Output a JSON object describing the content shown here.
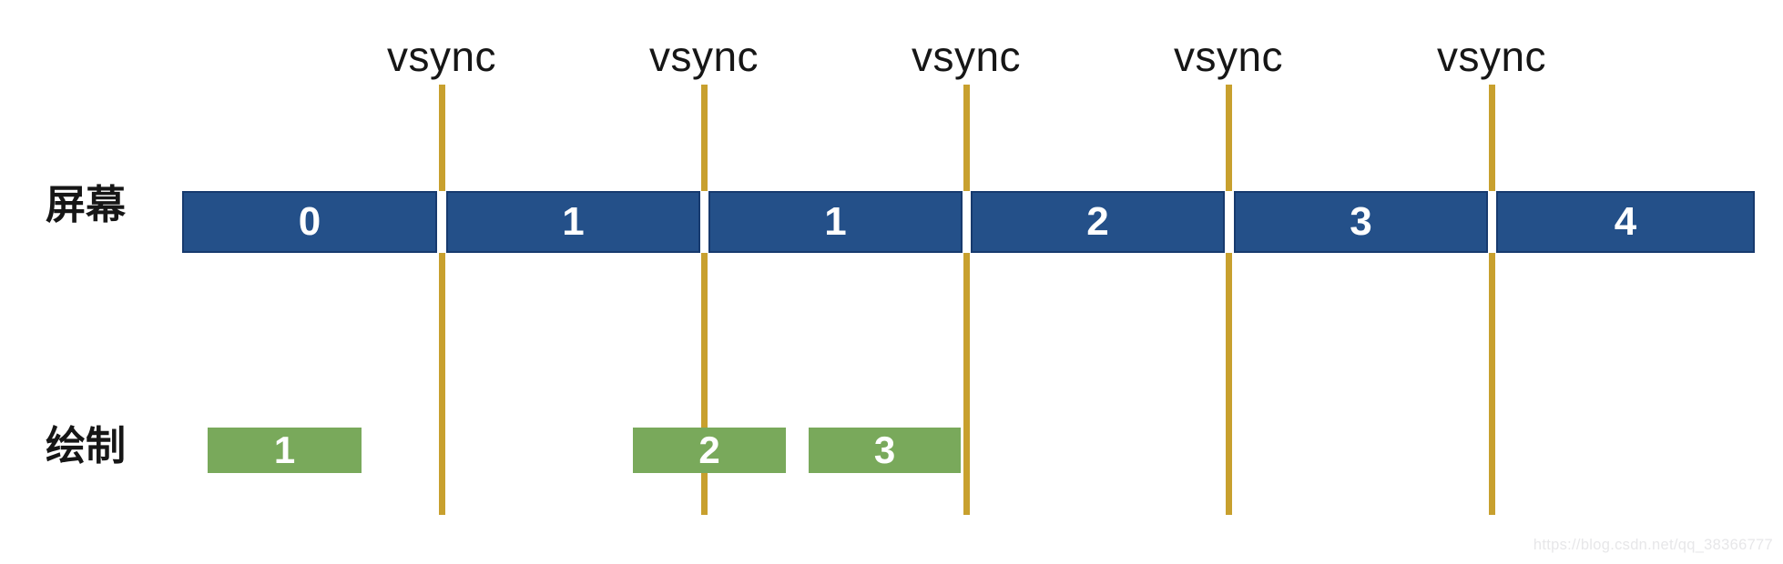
{
  "vsync_labels": [
    "vsync",
    "vsync",
    "vsync",
    "vsync",
    "vsync"
  ],
  "screen_row": {
    "label": "屏幕",
    "segments": [
      "0",
      "1",
      "1",
      "2",
      "3",
      "4"
    ]
  },
  "draw_row": {
    "label": "绘制",
    "bars": [
      "1",
      "2",
      "3"
    ]
  },
  "watermark": "https://blog.csdn.net/qq_38366777",
  "colors": {
    "frame_blue": "#245089",
    "frame_blue_border": "#173a6e",
    "draw_green": "#79a95b",
    "vsync_gold": "#c8a02e",
    "watermark_gray": "#e7e7e9"
  }
}
